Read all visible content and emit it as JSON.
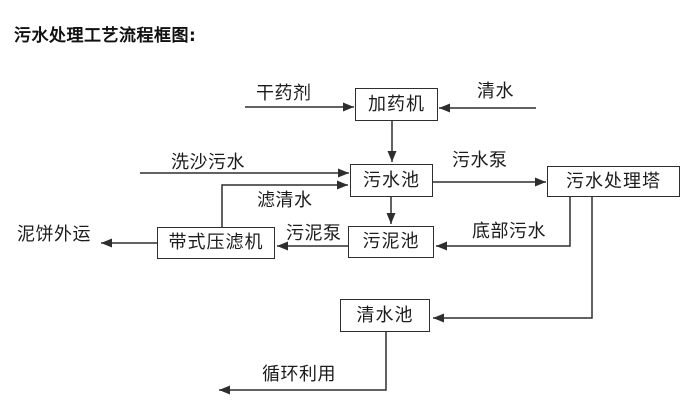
{
  "title": "污水处理工艺流程框图:",
  "nodes": {
    "dosing_machine": "加药机",
    "sewage_pool": "污水池",
    "treatment_tower": "污水处理塔",
    "sludge_pool": "污泥池",
    "belt_filter_press": "带式压滤机",
    "clear_water_pool": "清水池"
  },
  "flows": {
    "dry_chemical": "干药剂",
    "clear_water": "清水",
    "sand_wash_sewage": "洗沙污水",
    "sewage_pump": "污水泵",
    "filtered_water": "滤清水",
    "sludge_pump": "污泥泵",
    "bottom_sewage": "底部污水",
    "mud_cake_out": "泥饼外运",
    "recycle_use": "循环利用"
  },
  "colors": {
    "line": "#2e2e2e",
    "text": "#1c1c1c",
    "background": "#ffffff"
  }
}
